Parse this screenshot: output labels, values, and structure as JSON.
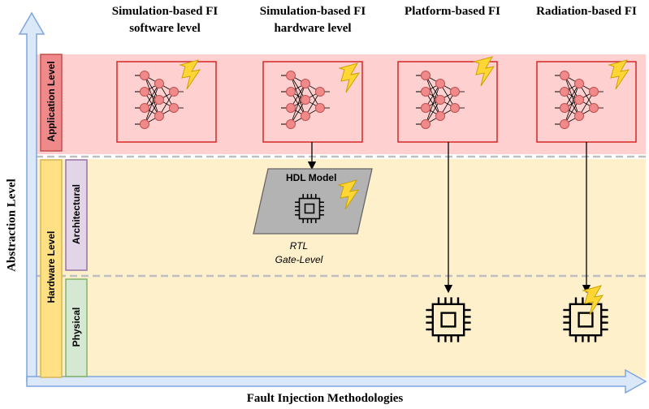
{
  "columns": [
    {
      "line1": "Simulation-based FI",
      "line2": "software level"
    },
    {
      "line1": "Simulation-based FI",
      "line2": "hardware level"
    },
    {
      "line1": "Platform-based FI",
      "line2": ""
    },
    {
      "line1": "Radiation-based FI",
      "line2": ""
    }
  ],
  "axes": {
    "y_label": "Abstraction Level",
    "x_label": "Fault Injection Methodologies"
  },
  "levels": {
    "application": "Application Level",
    "hardware": "Hardware Level",
    "architectural": "Architectural",
    "physical": "Physical"
  },
  "hdl": {
    "title": "HDL Model",
    "note_line1": "RTL",
    "note_line2": "Gate-Level"
  },
  "colors": {
    "application_band": "#ffd0d0",
    "hardware_band": "#fff0cc",
    "network_border": "#d62728",
    "neuron": "#f08a8a",
    "lightning": "#ffd633",
    "axis": "#7ea6e0"
  }
}
